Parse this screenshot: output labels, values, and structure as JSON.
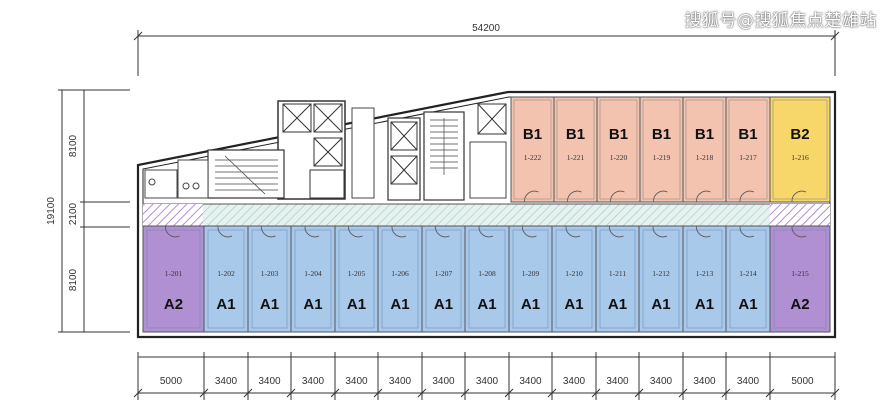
{
  "watermark": "搜狐号@搜狐焦点楚雄站",
  "dimensions": {
    "total_width": "54200",
    "left_dims": [
      "8100",
      "2100",
      "8100"
    ],
    "left_total": "19100",
    "bottom_dims": [
      "5000",
      "3400",
      "3400",
      "3400",
      "3400",
      "3400",
      "3400",
      "3400",
      "3400",
      "3400",
      "3400",
      "3400",
      "3400",
      "3400",
      "5000"
    ]
  },
  "colors": {
    "A1": "#a9c9ea",
    "A2": "#b08fd2",
    "B1": "#f3c3b0",
    "B2": "#f8d76a",
    "corridor": "#e3f1ef"
  },
  "top_units": [
    {
      "type": "B1",
      "code": "1-222"
    },
    {
      "type": "B1",
      "code": "1-221"
    },
    {
      "type": "B1",
      "code": "1-220"
    },
    {
      "type": "B1",
      "code": "1-219"
    },
    {
      "type": "B1",
      "code": "1-218"
    },
    {
      "type": "B1",
      "code": "1-217"
    },
    {
      "type": "B2",
      "code": "1-216"
    }
  ],
  "bottom_units": [
    {
      "type": "A2",
      "code": "1-201"
    },
    {
      "type": "A1",
      "code": "1-202"
    },
    {
      "type": "A1",
      "code": "1-203"
    },
    {
      "type": "A1",
      "code": "1-204"
    },
    {
      "type": "A1",
      "code": "1-205"
    },
    {
      "type": "A1",
      "code": "1-206"
    },
    {
      "type": "A1",
      "code": "1-207"
    },
    {
      "type": "A1",
      "code": "1-208"
    },
    {
      "type": "A1",
      "code": "1-209"
    },
    {
      "type": "A1",
      "code": "1-210"
    },
    {
      "type": "A1",
      "code": "1-211"
    },
    {
      "type": "A1",
      "code": "1-212"
    },
    {
      "type": "A1",
      "code": "1-213"
    },
    {
      "type": "A1",
      "code": "1-214"
    },
    {
      "type": "A2",
      "code": "1-215"
    }
  ]
}
